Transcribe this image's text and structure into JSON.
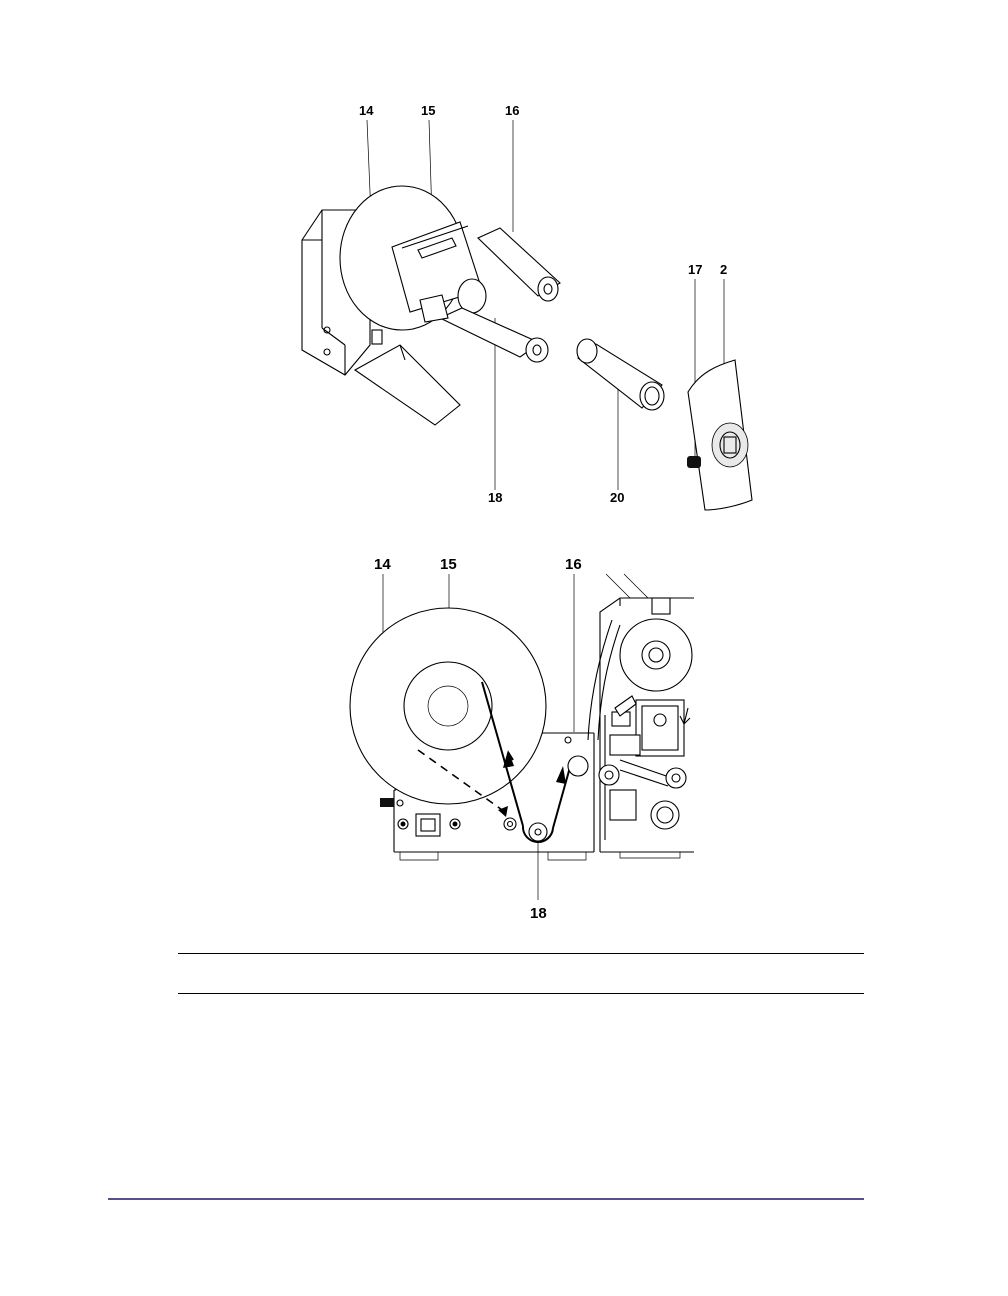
{
  "figure1": {
    "callouts": {
      "c14": "14",
      "c15": "15",
      "c16": "16",
      "c17": "17",
      "c2": "2",
      "c18": "18",
      "c20": "20"
    }
  },
  "figure2": {
    "callouts": {
      "c14": "14",
      "c15": "15",
      "c16": "16",
      "c18": "18"
    }
  },
  "colors": {
    "footer_rule": "#5a4f8a"
  }
}
